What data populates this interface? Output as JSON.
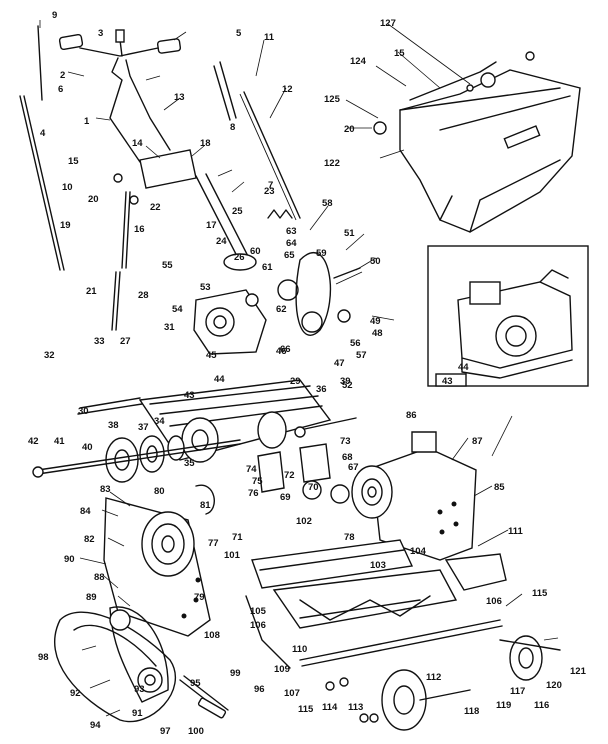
{
  "labels": [
    "1",
    "2",
    "3",
    "4",
    "5",
    "6",
    "7",
    "8",
    "9",
    "10",
    "11",
    "12",
    "13",
    "14",
    "15",
    "16",
    "17",
    "18",
    "19",
    "20",
    "21",
    "22",
    "23",
    "24",
    "25",
    "26",
    "27",
    "28",
    "29",
    "30",
    "31",
    "32",
    "33",
    "34",
    "35",
    "36",
    "37",
    "38",
    "39",
    "40",
    "41",
    "42",
    "43",
    "44",
    "45",
    "46",
    "47",
    "48",
    "49",
    "50",
    "51",
    "52",
    "53",
    "54",
    "55",
    "56",
    "57",
    "58",
    "59",
    "60",
    "61",
    "62",
    "63",
    "64",
    "65",
    "66",
    "67",
    "68",
    "69",
    "70",
    "71",
    "72",
    "73",
    "74",
    "75",
    "76",
    "77",
    "78",
    "79",
    "80",
    "81",
    "82",
    "83",
    "84",
    "85",
    "86",
    "87",
    "88",
    "89",
    "90",
    "91",
    "92",
    "93",
    "94",
    "95",
    "96",
    "97",
    "98",
    "99",
    "100",
    "101",
    "102",
    "103",
    "104",
    "105",
    "106",
    "107",
    "108",
    "109",
    "110",
    "111",
    "112",
    "113",
    "114",
    "115",
    "116",
    "117",
    "118",
    "119",
    "120",
    "121",
    "122",
    "124",
    "125",
    "127"
  ],
  "inset": {
    "callout_a": "44",
    "callout_b": "43"
  }
}
